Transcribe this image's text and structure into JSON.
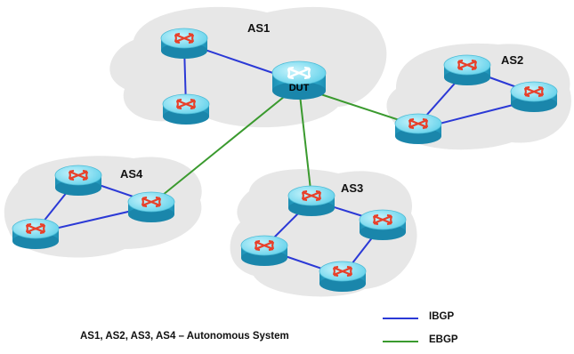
{
  "autonomous_systems": [
    {
      "id": "as1",
      "label": "AS1"
    },
    {
      "id": "as2",
      "label": "AS2"
    },
    {
      "id": "as3",
      "label": "AS3"
    },
    {
      "id": "as4",
      "label": "AS4"
    }
  ],
  "dut": {
    "label": "DUT",
    "icon": "router-icon"
  },
  "caption": "AS1, AS2, AS3, AS4 – Autonomous System",
  "legend": {
    "ibgp": {
      "label": "IBGP",
      "color": "#2b39d6"
    },
    "ebgp": {
      "label": "EBGP",
      "color": "#3a9a2e"
    }
  },
  "colors": {
    "cloud": "#e7e7e7",
    "router_body": "#2fb6d9",
    "router_top": "#8fe3f5",
    "router_arrows": "#e8402a",
    "dut_arrows": "#ffffff"
  }
}
